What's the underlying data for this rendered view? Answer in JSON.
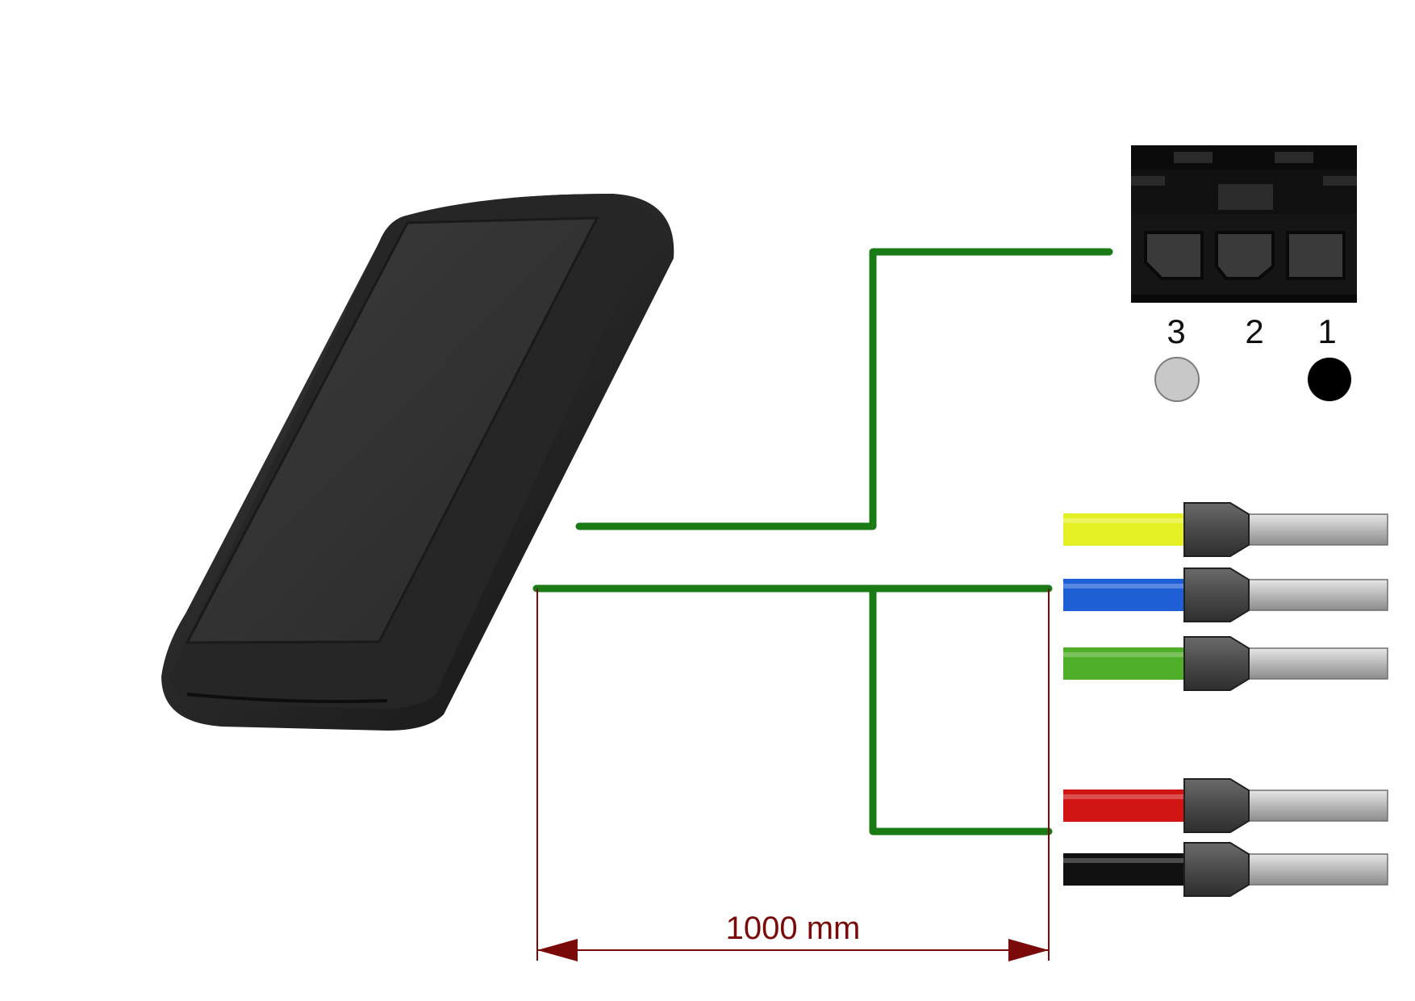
{
  "dimension": {
    "label": "1000 mm"
  },
  "connector": {
    "pins": [
      {
        "number": "3",
        "marker_color": "#c8c8c8"
      },
      {
        "number": "2",
        "marker_color": ""
      },
      {
        "number": "1",
        "marker_color": "#000000"
      }
    ]
  },
  "wires": [
    {
      "insulation_color": "#e4f023",
      "group": "top"
    },
    {
      "insulation_color": "#1f5fd6",
      "group": "top"
    },
    {
      "insulation_color": "#4fae2a",
      "group": "top"
    },
    {
      "insulation_color": "#d11414",
      "group": "bottom"
    },
    {
      "insulation_color": "#111111",
      "group": "bottom"
    }
  ],
  "colors": {
    "cable": "#1a7a14",
    "dimension_line": "#7a0a0a",
    "housing": "#232323",
    "ferrule": "#4a4a4a",
    "conductor": "#bdbdbd"
  },
  "icons": [
    "handheld-enclosure",
    "terminal-block-connector",
    "wire-end-ferrule"
  ]
}
